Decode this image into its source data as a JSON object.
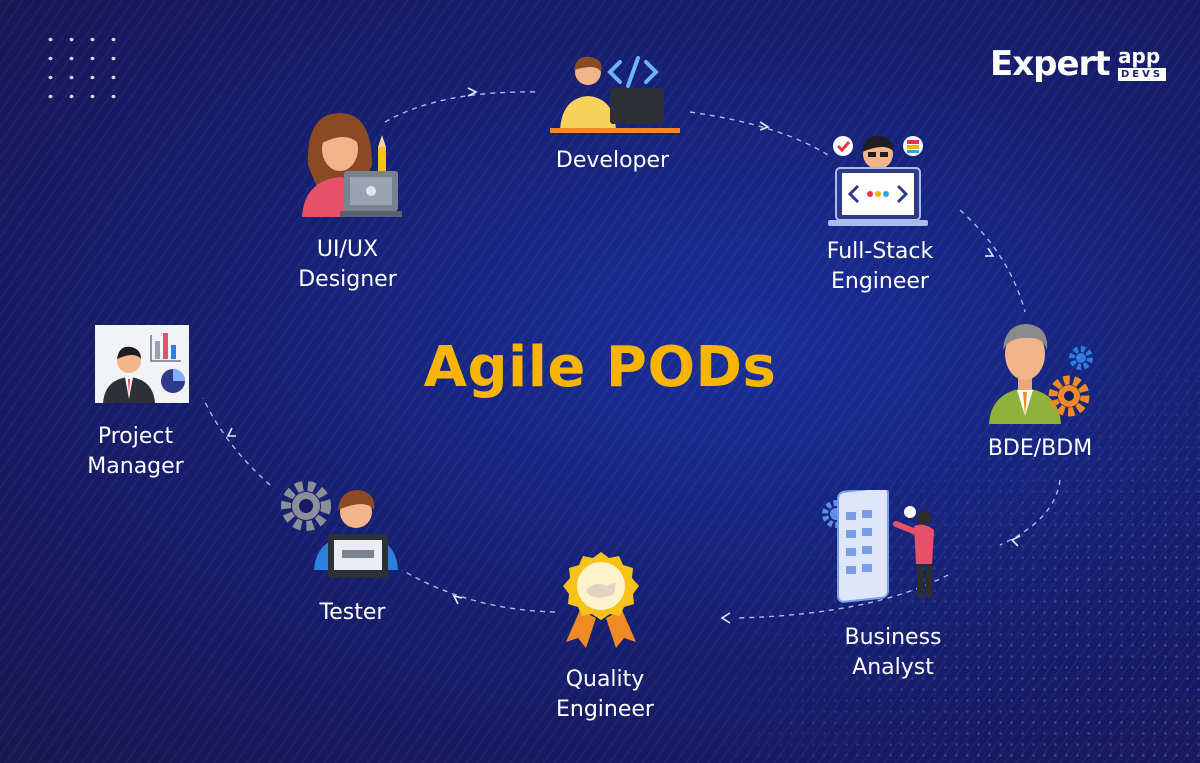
{
  "title": "Agile PODs",
  "logo": {
    "main": "Expert",
    "app": "app",
    "devs": "DEVS"
  },
  "roles": {
    "developer": {
      "lines": [
        "Developer"
      ]
    },
    "full_stack": {
      "lines": [
        "Full-Stack",
        "Engineer"
      ]
    },
    "bde": {
      "lines": [
        "BDE/BDM"
      ]
    },
    "business_analyst": {
      "lines": [
        "Business",
        "Analyst"
      ]
    },
    "quality_engineer": {
      "lines": [
        "Quality",
        "Engineer"
      ]
    },
    "tester": {
      "lines": [
        "Tester"
      ]
    },
    "project_manager": {
      "lines": [
        "Project",
        "Manager"
      ]
    },
    "uiux": {
      "lines": [
        "UI/UX",
        "Designer"
      ]
    }
  },
  "colors": {
    "title": "#f7b500",
    "accent_orange": "#f08a24",
    "background": "#171a63"
  }
}
